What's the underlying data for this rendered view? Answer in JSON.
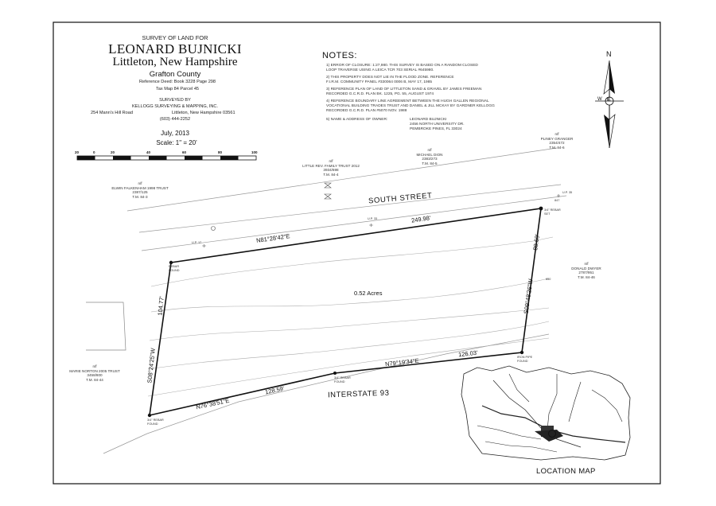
{
  "header": {
    "survey_of": "SURVEY OF LAND FOR",
    "owner": "LEONARD BUJNICKI",
    "town": "Littleton, New Hampshire",
    "county": "Grafton  County",
    "ref_deed": "Reference Deed:   Book 3228     Page     298",
    "tax_map": "Tax Map   84       Parcel        45",
    "surveyed_by": "SURVEYED BY",
    "firm": "KELLOGG SURVEYING & MAPPING, INC.",
    "firm_addr_left": "254 Mann's Hill Road",
    "firm_addr_right": "Littleton, New Hampshire  03561",
    "firm_phone": "(603) 444-2252",
    "date": "July, 2013",
    "scale": "Scale:   1\" =    20'"
  },
  "scale_bar": {
    "ticks": [
      "20",
      "0",
      "20",
      "40",
      "60",
      "80",
      "100"
    ]
  },
  "notes": {
    "heading": "NOTES:",
    "items": [
      "1)  ERROR OF CLOSURE: 1:27,980. THIS SURVEY IS BASED ON A RANDOM CLOSED",
      "     LOOP TRAVERSE USING A LEICA TCR 703  SERIAL #645980.",
      "2)  THIS PROPERTY DOES NOT LIE IN THE FLOOD ZONE. REFERENCE",
      "     F.I.R.M. COMMUNITY PANEL #330064 0006 B, MAY 17, 1985",
      "3)  REFERENCE PLAN OF LAND OF LITTLETON SAND & GRAVEL BY JAMES FREEMAN",
      "     RECORDED G.C.R.D. PLAN BK. 1225, PG. 55, AUGUST 1974",
      "4)  REFERENCE BOUNDARY LINE AGREEMENT BETWEEN THE HUGH GALLEN REGIONAL",
      "     VOCATIONAL BUILDING TRADES TRUST AND DANIEL & JILL MCKAY BY GARDNER KELLOGG",
      "     RECORDED G.C.R.D. PLAN #5070  NOV. 1988",
      "5)  NAME & ADDRESS OF OWNER:"
    ],
    "owner_block": [
      "LEONARD BUJNICKI",
      "2456 NORTH UNIVERSITY DR.",
      "PEMBROKE PINES, FL  33024"
    ]
  },
  "abutters": {
    "michael_dion": [
      "n/f",
      "MICHAEL DION",
      "2383/273",
      "T.M. 84-5"
    ],
    "pliney": [
      "n/f",
      "PLINEY GRANGER",
      "2354/472",
      "T.M. 84-6"
    ],
    "little_rev": [
      "n/f",
      "LITTLE REV. FAMILY TRUST 2012",
      "3934/698",
      "T.M. 84-4"
    ],
    "elwin": [
      "n/f",
      "ELWIN FALKENHAM 1998 TRUST",
      "2387/125",
      "T.M. 84-3"
    ],
    "donald": [
      "n/f",
      "DONALD DWYER",
      "2787/951",
      "T.M. 84-46"
    ],
    "marie": [
      "n/f",
      "MARIE NORTON 2005 TRUST",
      "3458/800",
      "T.M. 84-44"
    ]
  },
  "streets": {
    "south": "SOUTH STREET",
    "interstate": "INTERSTATE 93"
  },
  "parcel": {
    "area": "0.52 Acres",
    "north_bearing": "N81°28'42\"E",
    "north_dist": "249.98'",
    "east_dist": "88.69'",
    "east_bearing": "S09°48'26\"W",
    "south_bearing_1": "N79°19'34\"E",
    "south_dist_1": "126.03'",
    "south_bearing_2": "N76°38'51\"E",
    "south_dist_2": "128.59'",
    "west_dist": "104.77'",
    "west_bearing": "S08°24'25\"W"
  },
  "monuments": {
    "nw": [
      "REBAR",
      "FOUND"
    ],
    "ne": [
      "3/4\" REBAR",
      "SET"
    ],
    "se": [
      "IRON PIPE",
      "FOUND"
    ],
    "s_mid": [
      "3/4\" REBAR",
      "FOUND"
    ],
    "sw": [
      "3/4\" REBAR",
      "FOUND"
    ]
  },
  "utility_labels": {
    "up17": "U.P. 17",
    "up33": "U.P. 33",
    "up_ne": "U.P. 35",
    "c847": "847",
    "c850": "850"
  },
  "north_arrow": {
    "n": "N",
    "e": "E",
    "w": "W"
  },
  "location_map": {
    "label": "LOCATION MAP"
  }
}
